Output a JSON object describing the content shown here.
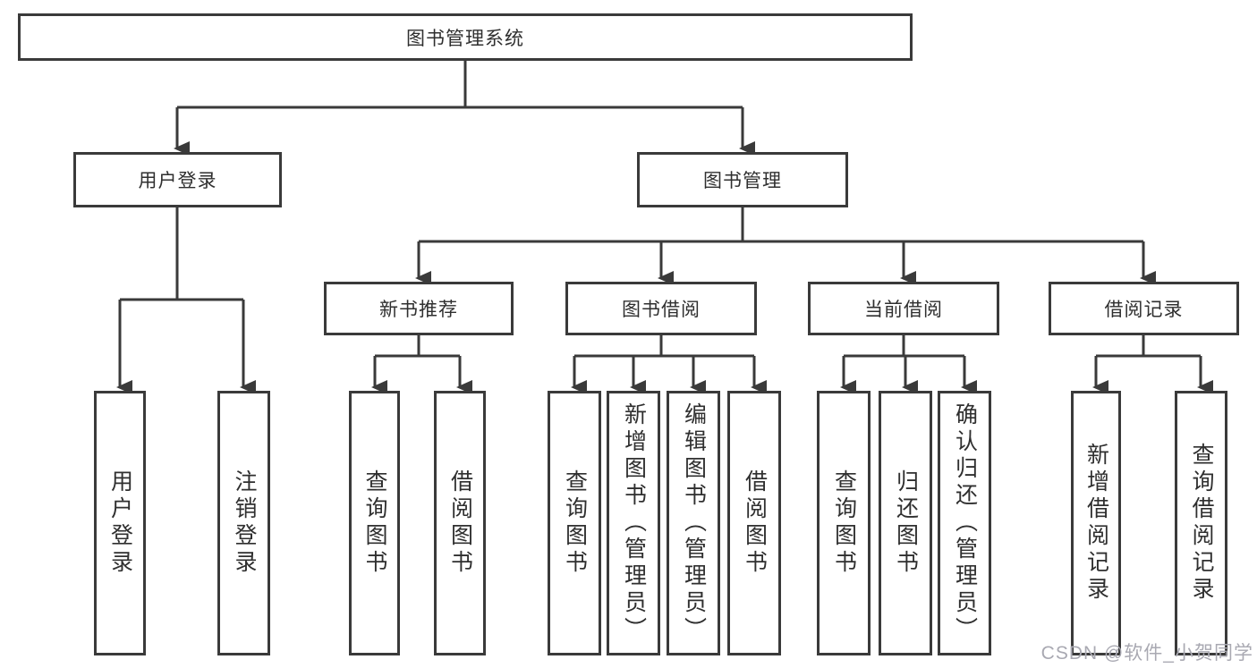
{
  "diagram_type": "hierarchy-tree",
  "colors": {
    "line": "#3a3a3a",
    "box_border": "#3a3a3a",
    "text": "#2f2f2f",
    "watermark": "#a9a9b2",
    "background": "#ffffff"
  },
  "tree": {
    "root": {
      "label": "图书管理系统",
      "children": [
        {
          "label": "用户登录",
          "children": [
            {
              "label": "用户登录"
            },
            {
              "label": "注销登录"
            }
          ]
        },
        {
          "label": "图书管理",
          "children": [
            {
              "label": "新书推荐",
              "children": [
                {
                  "label": "查询图书"
                },
                {
                  "label": "借阅图书"
                }
              ]
            },
            {
              "label": "图书借阅",
              "children": [
                {
                  "label": "查询图书"
                },
                {
                  "label": "新增图书（管理员）"
                },
                {
                  "label": "编辑图书（管理员）"
                },
                {
                  "label": "借阅图书"
                }
              ]
            },
            {
              "label": "当前借阅",
              "children": [
                {
                  "label": "查询图书"
                },
                {
                  "label": "归还图书"
                },
                {
                  "label": "确认归还（管理员）"
                }
              ]
            },
            {
              "label": "借阅记录",
              "children": [
                {
                  "label": "新增借阅记录"
                },
                {
                  "label": "查询借阅记录"
                }
              ]
            }
          ]
        }
      ]
    }
  },
  "watermark": {
    "text": "CSDN @软件_小贺同学"
  }
}
